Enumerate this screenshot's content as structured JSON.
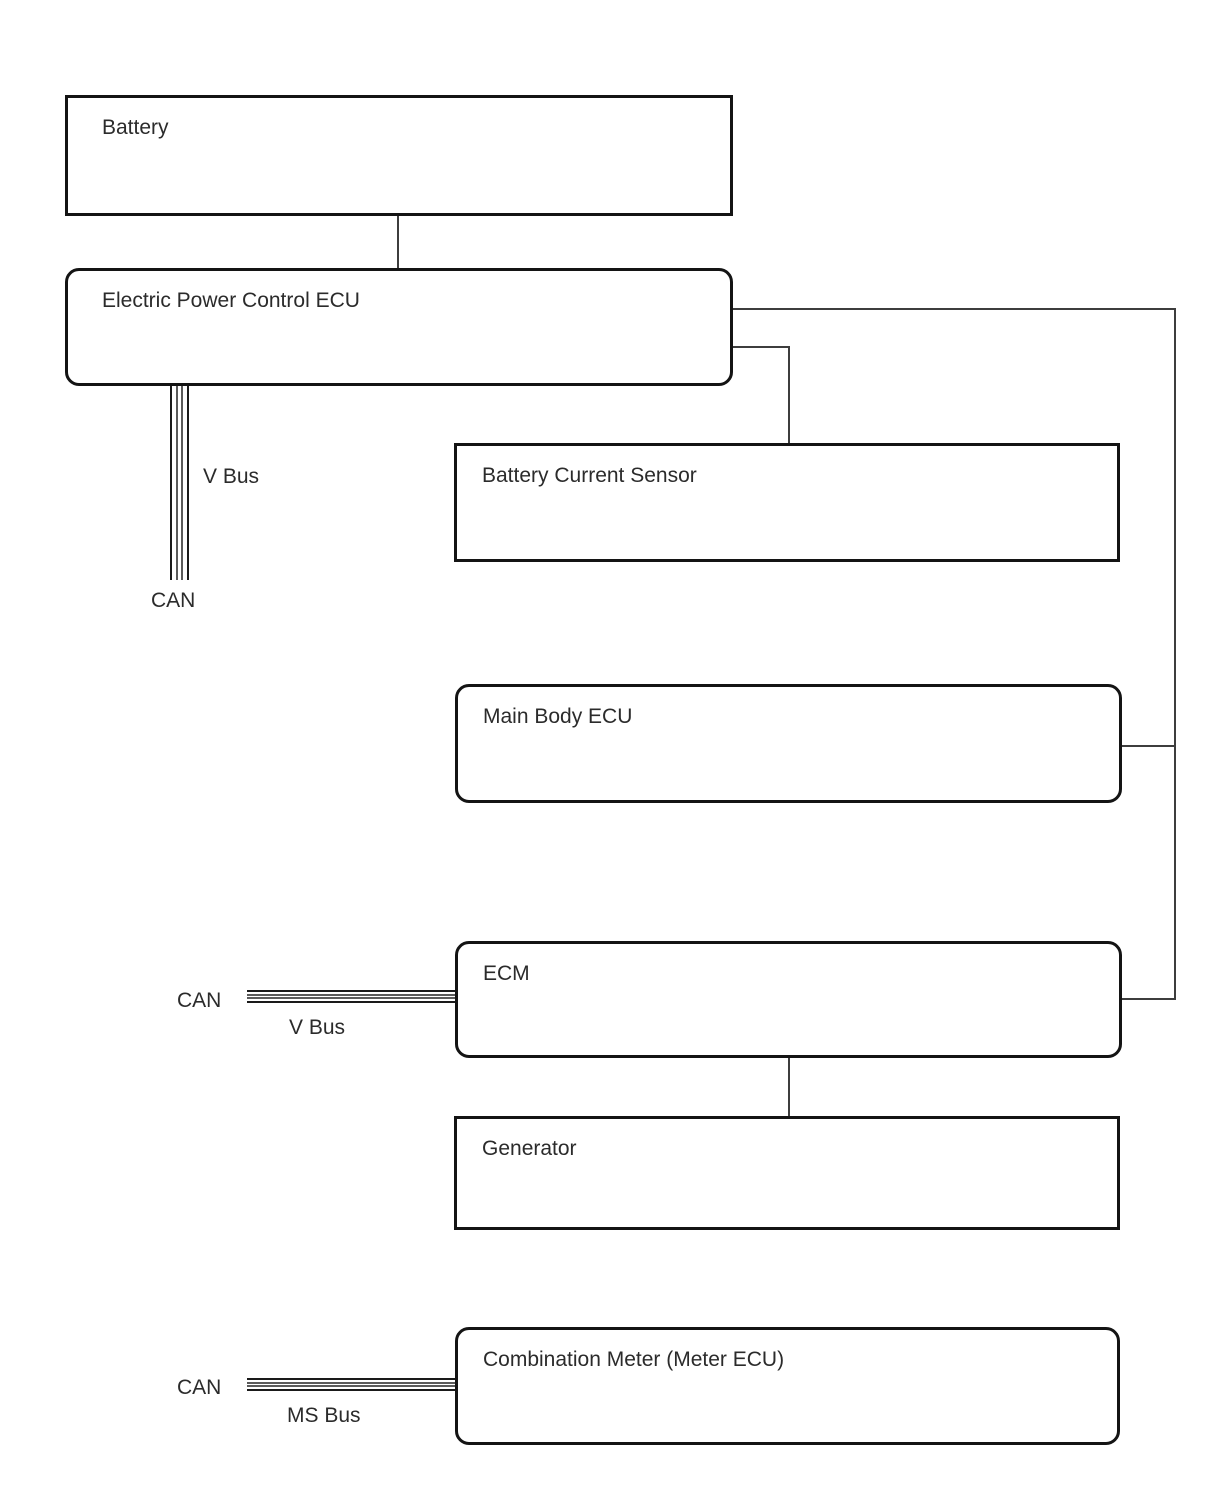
{
  "diagram": {
    "nodes": {
      "battery": {
        "label": "Battery"
      },
      "epc_ecu": {
        "label": "Electric Power Control ECU"
      },
      "battery_current_sensor": {
        "label": "Battery Current Sensor"
      },
      "main_body_ecu": {
        "label": "Main Body ECU"
      },
      "ecm": {
        "label": "ECM"
      },
      "generator": {
        "label": "Generator"
      },
      "combination_meter": {
        "label": "Combination Meter (Meter ECU)"
      }
    },
    "buses": {
      "epc_can": {
        "network": "CAN",
        "bus_name": "V Bus"
      },
      "ecm_can": {
        "network": "CAN",
        "bus_name": "V Bus"
      },
      "meter_can": {
        "network": "CAN",
        "bus_name": "MS Bus"
      }
    },
    "colors": {
      "background": "#ffffff",
      "box_border": "#141414",
      "connector_line": "#3d3d3d",
      "text": "#2b2b2b"
    }
  }
}
